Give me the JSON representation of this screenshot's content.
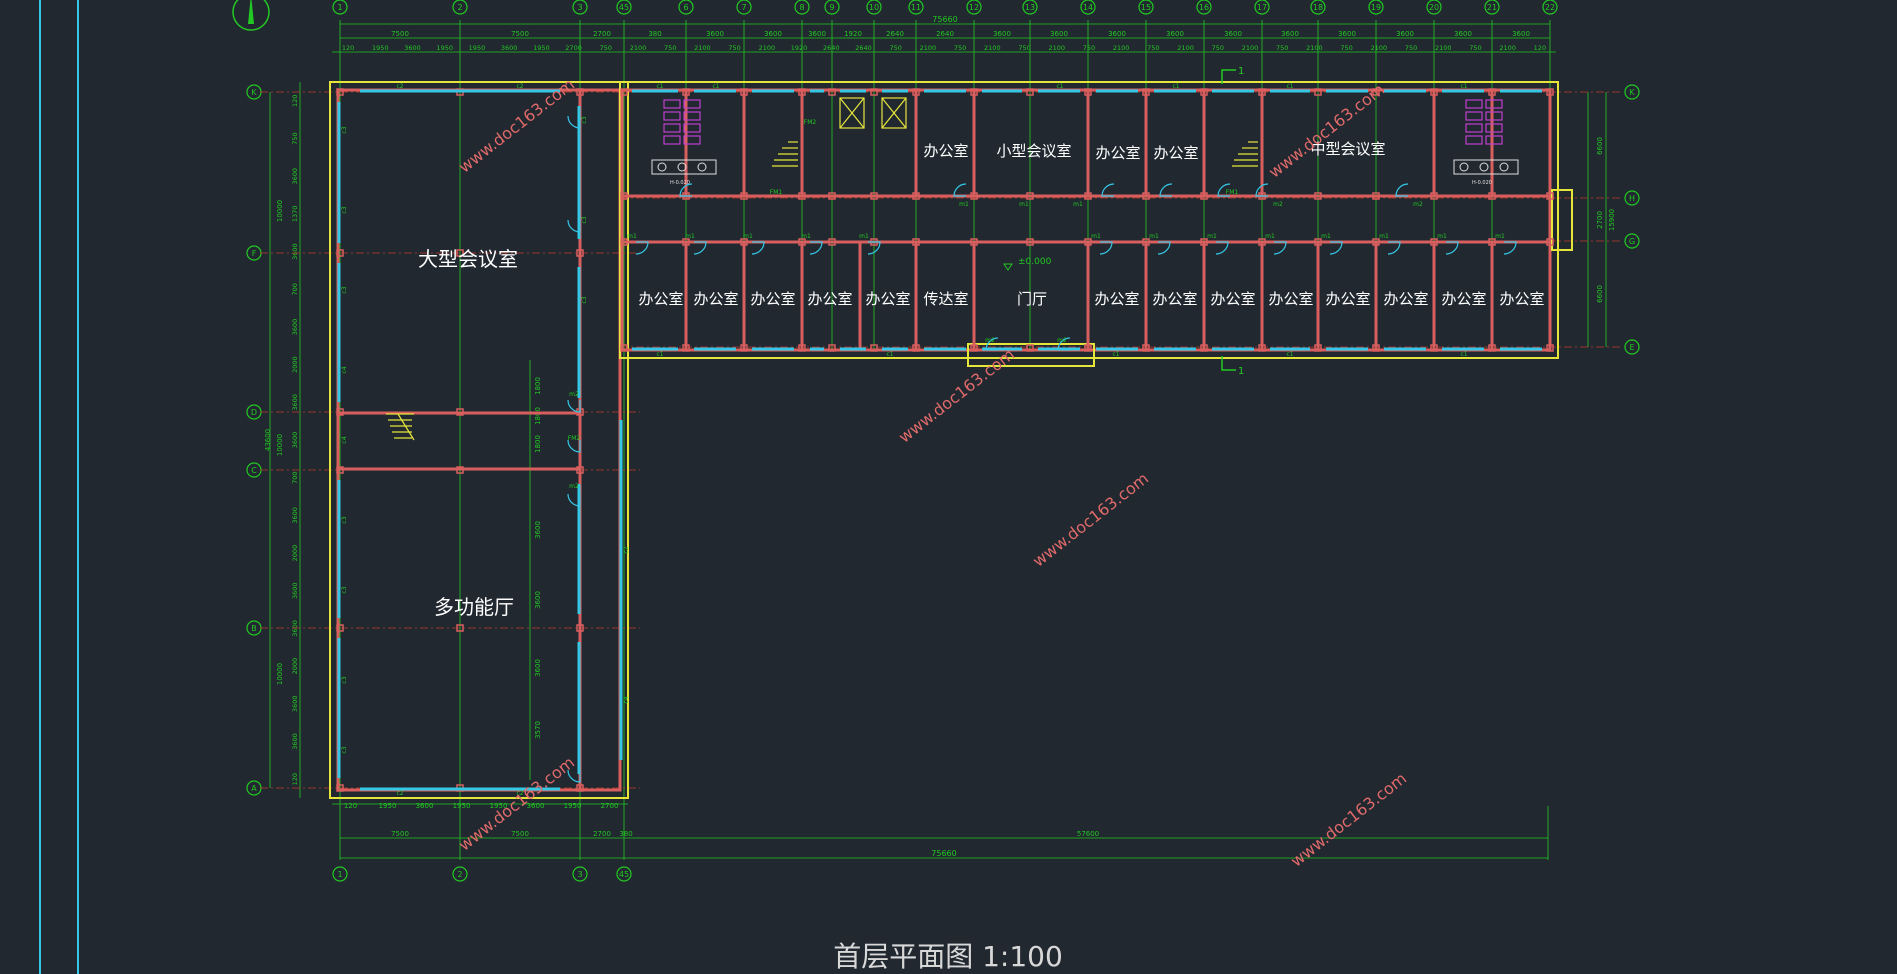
{
  "title": "首层平面图 1:100",
  "watermark": "www.doc163.com",
  "colors": {
    "background": "#212830",
    "dimension": "#22c922",
    "wall": "#d95f5f",
    "axis": "#c0392b",
    "outline": "#e6e63a",
    "window": "#35c8e6",
    "text": "#ffffff",
    "watermark": "#e06a6a",
    "fixture": "#c040d0"
  },
  "grid_bubbles": {
    "top": [
      "1",
      "2",
      "3",
      "45",
      "6",
      "7",
      "8",
      "9",
      "10",
      "11",
      "12",
      "13",
      "14",
      "15",
      "16",
      "17",
      "18",
      "19",
      "20",
      "21",
      "22"
    ],
    "bottom": [
      "1",
      "2",
      "3",
      "45"
    ],
    "left": [
      "K",
      "F",
      "D",
      "C",
      "B",
      "A"
    ],
    "right": [
      "K",
      "H",
      "G",
      "E"
    ]
  },
  "dims": {
    "top_overall": "75660",
    "top_row2": [
      "7500",
      "7500",
      "2700",
      "380",
      "3600",
      "3600",
      "3600",
      "1920",
      "2640",
      "2640",
      "3600",
      "3600",
      "3600",
      "3600",
      "3600",
      "3600",
      "3600",
      "3600",
      "3600",
      "3600",
      "3600"
    ],
    "top_row3": [
      "120",
      "1950",
      "3600",
      "1950",
      "1950",
      "3600",
      "1950",
      "2700",
      "750",
      "2100",
      "750",
      "2100",
      "750",
      "2100",
      "1920",
      "2640",
      "2640",
      "750",
      "2100",
      "750",
      "2100",
      "750",
      "2100",
      "750",
      "2100",
      "750",
      "2100",
      "750",
      "2100",
      "750",
      "2100",
      "750",
      "2100",
      "750",
      "2100",
      "750",
      "2100",
      "120"
    ],
    "bottom_row": [
      "120",
      "1950",
      "3600",
      "1950",
      "1950",
      "3600",
      "1950",
      "2700"
    ],
    "bottom_row2": [
      "7500",
      "7500",
      "2700",
      "380",
      "57600"
    ],
    "bottom_overall": "75660",
    "left_outer": [
      "10000",
      "10000",
      "10000"
    ],
    "left_overall": "43600",
    "left_inner": [
      "120",
      "750",
      "3600",
      "1370",
      "3600",
      "700",
      "3600",
      "2000",
      "3600",
      "3600",
      "700",
      "3600",
      "2000",
      "3600",
      "3600",
      "2000",
      "3600",
      "3600",
      "120"
    ],
    "right_dims": [
      "6600",
      "2700",
      "6600",
      "15900"
    ],
    "corridor_dims": [
      "1800",
      "1800",
      "1800",
      "3600",
      "3600",
      "3600",
      "3570"
    ]
  },
  "rooms": {
    "large_meeting": "大型会议室",
    "multi_hall": "多功能厅",
    "small_meeting": "小型会议室",
    "medium_meeting": "中型会议室",
    "lobby": "门厅",
    "reception": "传达室",
    "office": "办公室"
  },
  "level": "±0.000",
  "section_mark": "1",
  "tags": {
    "door_m1": "m1",
    "door_m2": "m2",
    "fire_door": "FM1",
    "fire_door2": "FM2",
    "window_c1": "c1",
    "window_c2": "c2",
    "window_c3": "c3",
    "window_c4": "c4",
    "toilet_level": "H-0.020",
    "step": "1"
  }
}
